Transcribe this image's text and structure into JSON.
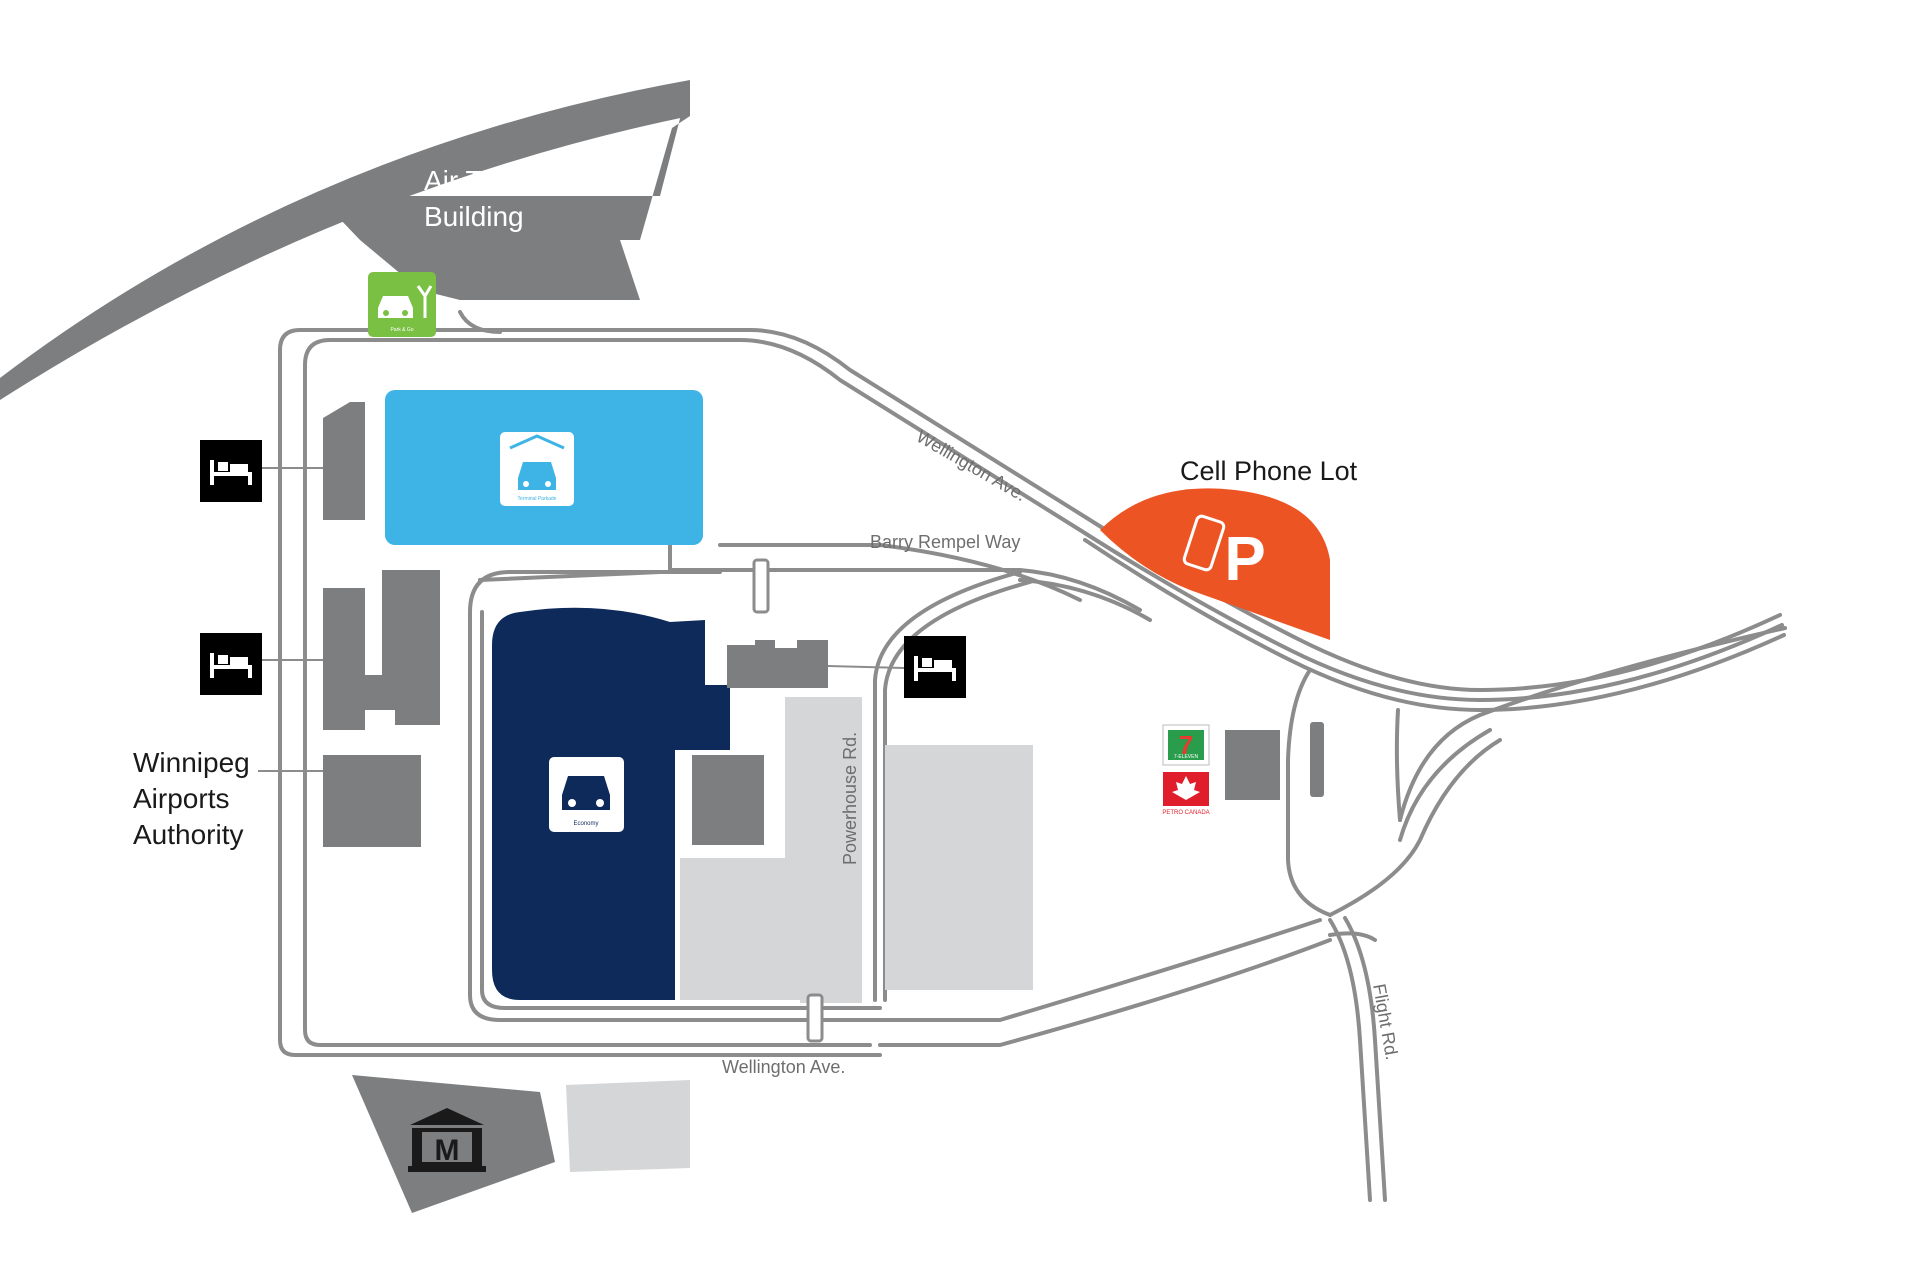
{
  "labels": {
    "terminal_line1": "Air Terminal",
    "terminal_line2": "Building",
    "cell_phone_lot": "Cell Phone Lot",
    "authority_line1": "Winnipeg",
    "authority_line2": "Airports",
    "authority_line3": "Authority",
    "wellington_upper": "Wellington Ave.",
    "wellington_lower": "Wellington Ave.",
    "barry_rempel": "Barry Rempel Way",
    "powerhouse": "Powerhouse Rd.",
    "flight_rd": "Flight Rd."
  },
  "icon_captions": {
    "park_and_go": "Park & Go",
    "terminal_parkade": "Terminal Parkade",
    "economy": "Economy",
    "petro_canada": "PETRO CANADA",
    "seven_eleven": "7-ELEVEN"
  },
  "icons": {
    "park_and_go": "car-plane-icon",
    "terminal_parkade": "covered-car-icon",
    "economy": "car-icon",
    "cell_phone_lot": "phone-parking-icon",
    "hotels": "bed-icon",
    "museum": "museum-icon",
    "convenience_store": "seven-eleven-logo",
    "gas_station": "petro-canada-logo"
  },
  "colors": {
    "background": "#ffffff",
    "building_dark": "#7d7e80",
    "building_light": "#d5d6d7",
    "road": "#8c8c8c",
    "terminal_parkade": "#3eb4e6",
    "economy": "#0d2a5b",
    "cell_phone_lot": "#ed5424",
    "park_and_go": "#7ac143",
    "hotel": "#000000",
    "text_dark": "#1a1a1a",
    "text_road": "#6e6e6e"
  }
}
